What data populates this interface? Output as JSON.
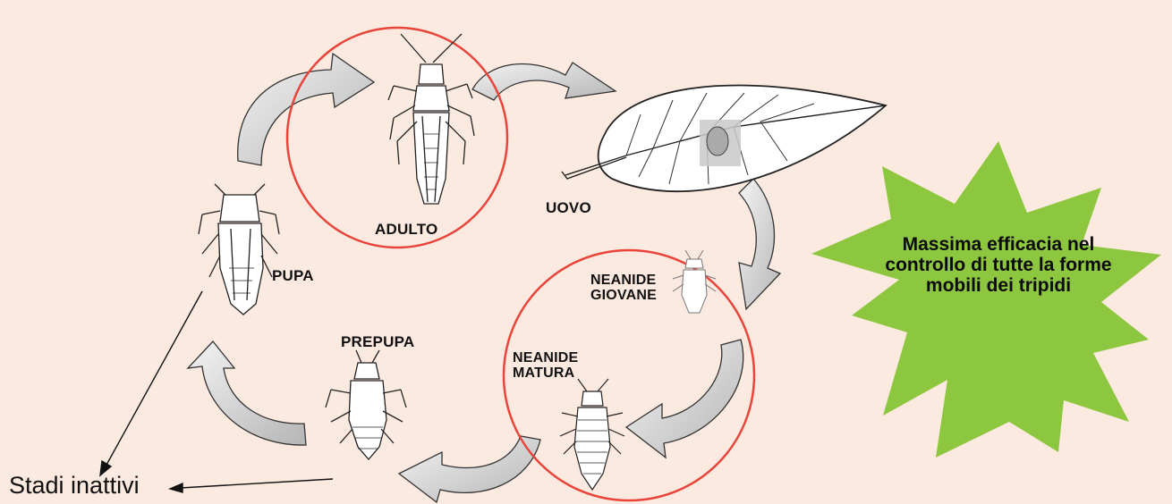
{
  "diagram": {
    "stages": {
      "adulto": "ADULTO",
      "uovo": "UOVO",
      "neanide_giovane": "NEANIDE\nGIOVANE",
      "neanide_matura": "NEANIDE\nMATURA",
      "prepupa": "PREPUPA",
      "pupa": "PUPA"
    },
    "callout_text": "Massima efficacia nel controllo di tutte la forme mobili dei tripidi",
    "inactive_label": "Stadi inattivi"
  },
  "colors": {
    "background": "#fce9df",
    "circle": "#e8443a",
    "star": "#8dc63f"
  }
}
